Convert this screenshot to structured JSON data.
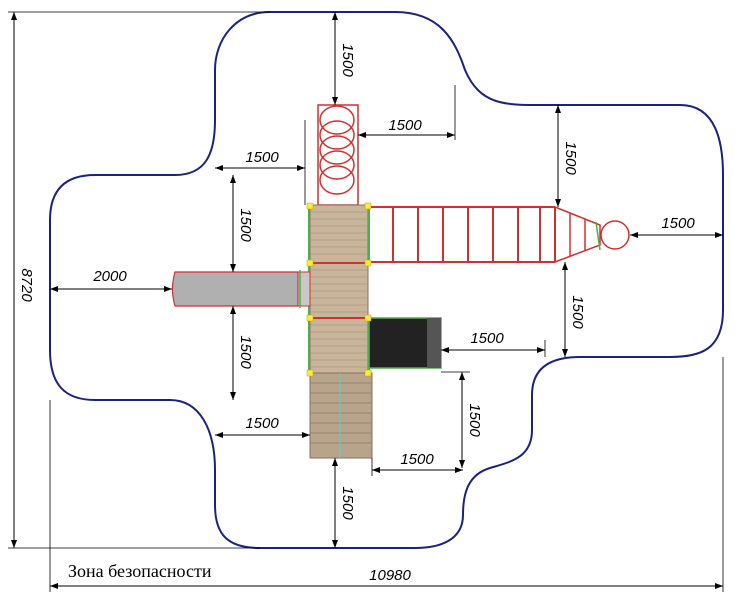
{
  "caption": "Зона безопасности",
  "dimensions": {
    "overall_width": "10980",
    "overall_height": "8720",
    "top_clearance": "1500",
    "top_right_horizontal": "1500",
    "left_upper_horizontal": "1500",
    "right_vertical_upper": "1500",
    "left_vertical_upper": "1500",
    "right_end_horizontal": "1500",
    "slide_clearance": "2000",
    "right_vertical_lower": "1500",
    "left_vertical_lower": "1500",
    "right_middle_horizontal": "1500",
    "right_bottom_vertical": "1500",
    "left_lower_horizontal": "1500",
    "bottom_right_horizontal": "1500",
    "bottom_clearance": "1500"
  },
  "colors": {
    "zone_outline": "#1a237e",
    "frame_red": "#d32f2f",
    "deck": "#c9b59a",
    "post_yellow": "#ffeb3b",
    "edge_green": "#4caf50",
    "slide_grey": "#b0b0b0",
    "dark_panel": "#222222"
  }
}
